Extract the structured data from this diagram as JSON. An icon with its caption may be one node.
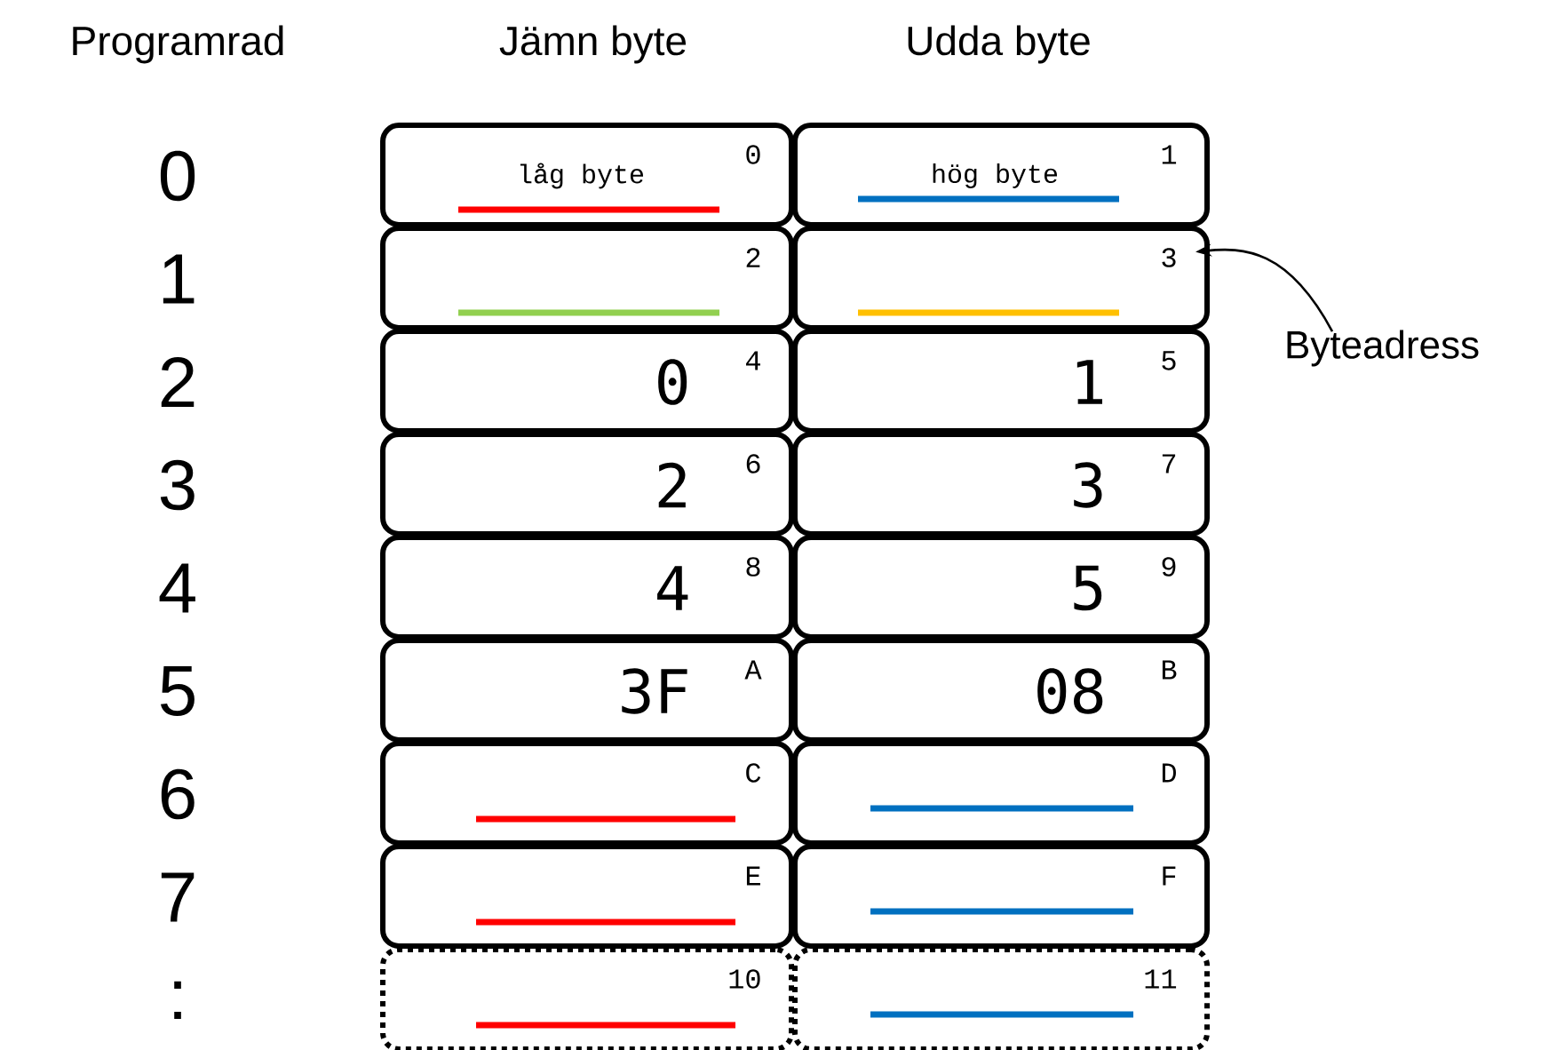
{
  "diagram": {
    "nodes": [
      {
        "text": [
          "låg byte",
          "0"
        ]
      },
      {
        "text": [
          "hög byte",
          "1"
        ]
      },
      {
        "text": [
          "2"
        ]
      },
      {
        "text": [
          "3"
        ]
      },
      {
        "text": [
          "0",
          "4"
        ]
      },
      {
        "text": [
          "1",
          "5"
        ]
      },
      {
        "text": [
          "2",
          "6"
        ]
      },
      {
        "text": [
          "3",
          "7"
        ]
      },
      {
        "text": [
          "4",
          "8"
        ]
      },
      {
        "text": [
          "5",
          "9"
        ]
      },
      {
        "text": [
          "3F",
          "A"
        ]
      },
      {
        "text": [
          "08",
          "B"
        ]
      },
      {
        "text": [
          "C"
        ]
      },
      {
        "text": [
          "D"
        ]
      },
      {
        "text": [
          "E"
        ]
      },
      {
        "text": [
          "F"
        ]
      },
      {
        "text": [
          "10"
        ]
      },
      {
        "text": [
          "11"
        ]
      },
      {
        "text": [
          "Byteadress"
        ]
      }
    ],
    "edges": [
      {
        "from": 18,
        "to": 3,
        "arrow": "to"
      }
    ],
    "labels": [
      "Programrad",
      "Jämn byte",
      "Udda byte",
      "0",
      "1",
      "2",
      "3",
      "4",
      "5",
      "6",
      "7",
      ":"
    ]
  }
}
